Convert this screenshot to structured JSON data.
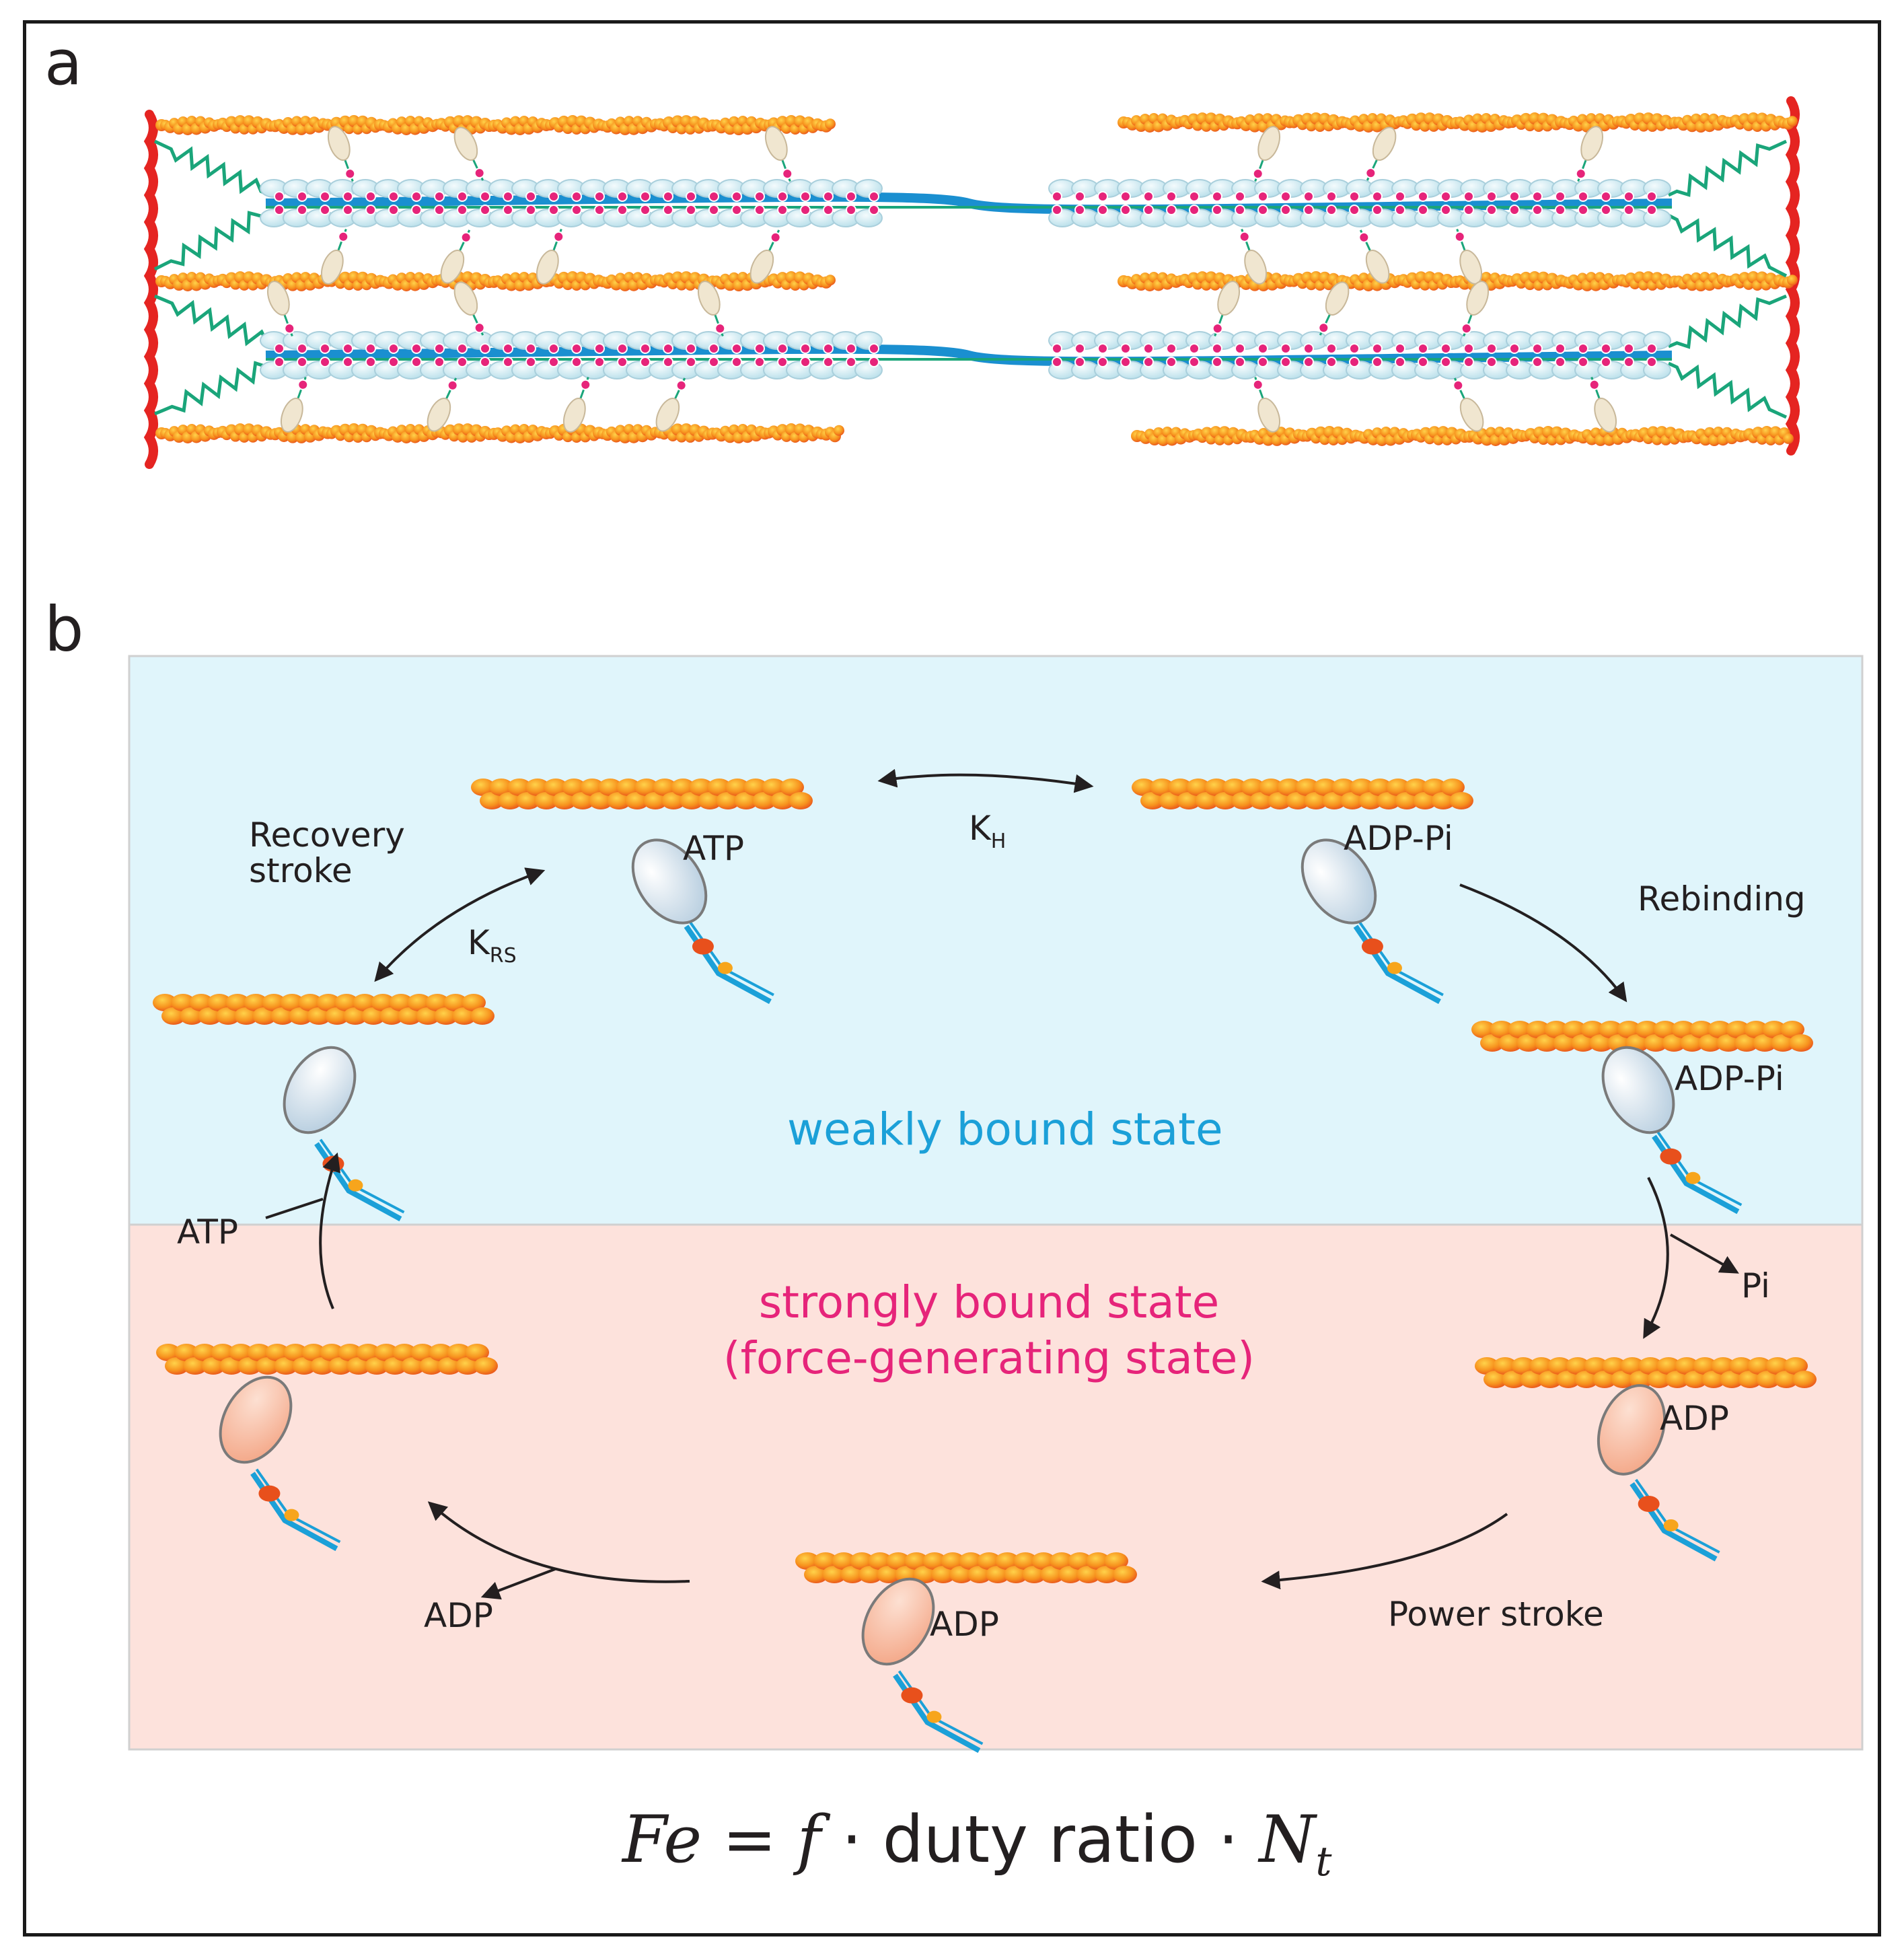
{
  "panel_a": {
    "letter": "a"
  },
  "panel_b": {
    "letter": "b",
    "weak_state_label": "weakly bound state",
    "strong_state_label_line1": "strongly bound state",
    "strong_state_label_line2": "(force-generating state)",
    "steps": {
      "recovery_stroke": "Recovery\nstroke",
      "rebinding": "Rebinding",
      "power_stroke": "Power stroke"
    },
    "rates": {
      "kh_main": "K",
      "kh_sub": "H",
      "krs_main": "K",
      "krs_sub": "RS"
    },
    "nucleotides": {
      "atp_top": "ATP",
      "adp_pi_top": "ADP-Pi",
      "adp_pi_right": "ADP-Pi",
      "pi_release": "Pi",
      "adp_right": "ADP",
      "adp_bottom": "ADP",
      "adp_release": "ADP",
      "atp_binding": "ATP"
    },
    "colors": {
      "weak_bg": "#e0f5fb",
      "strong_bg": "#fde2dc",
      "weak_text": "#1ba0d8",
      "strong_text": "#e6247a"
    }
  },
  "formula": {
    "part1": "Fe",
    "part2": " = ",
    "part3": "f",
    "part4": " · duty ratio · ",
    "part5": "N",
    "part6": "t"
  }
}
